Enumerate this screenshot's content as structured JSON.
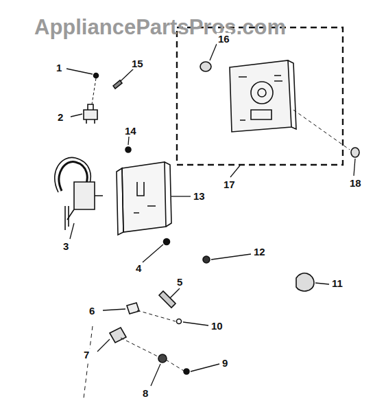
{
  "diagram": {
    "labels": [
      "AppliancePartsPros.com",
      "1",
      "15",
      "2",
      "16",
      "14",
      "13",
      "3",
      "17",
      "18",
      "4",
      "12",
      "5",
      "11",
      "6",
      "10",
      "7",
      "9",
      "8"
    ]
  }
}
